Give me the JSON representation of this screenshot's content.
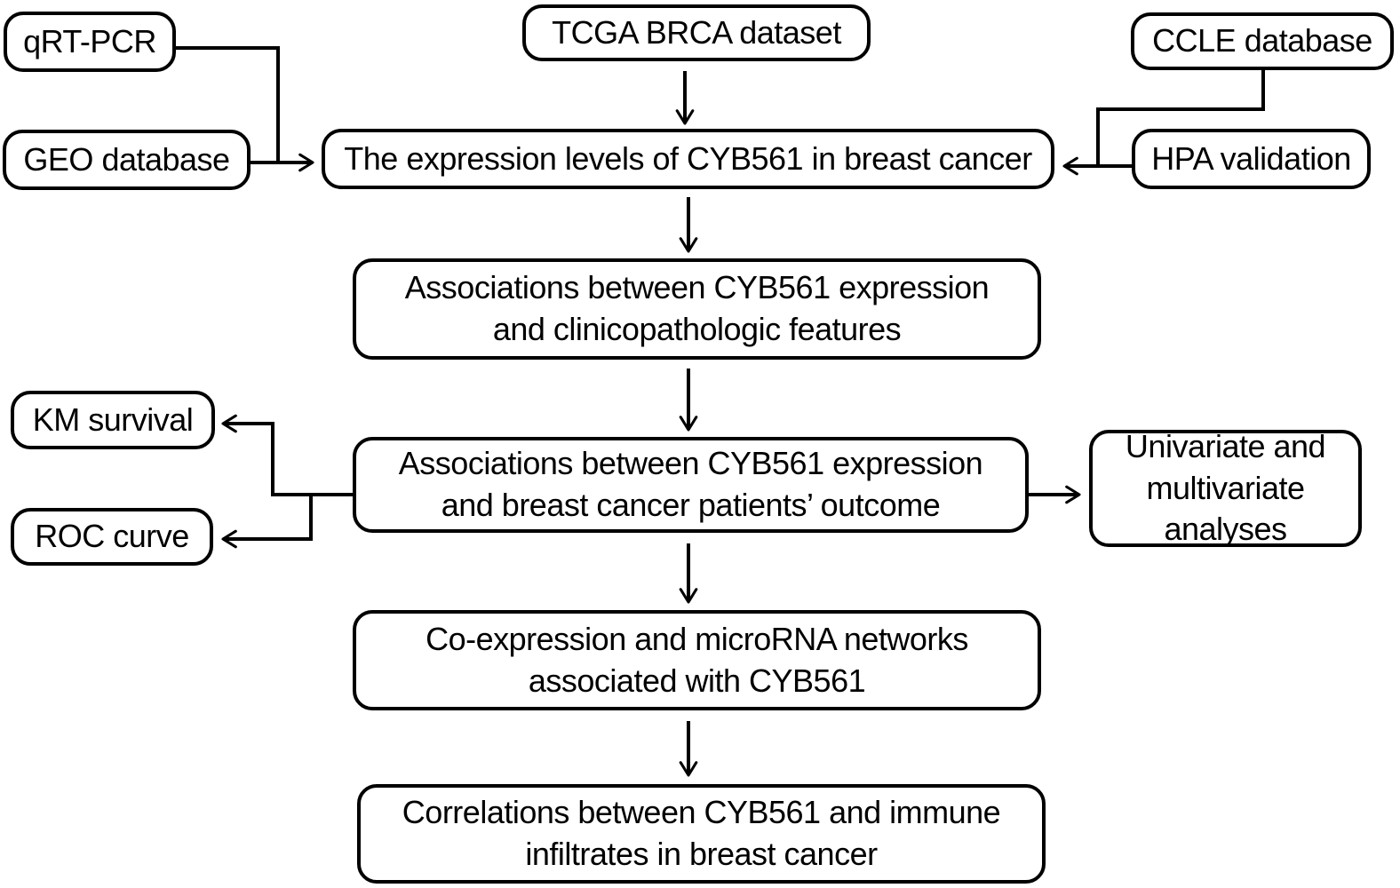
{
  "colors": {
    "background": "#ffffff",
    "line": "#000000",
    "box_border": "#000000",
    "box_fill": "#ffffff",
    "text": "#000000"
  },
  "nodes": {
    "qrt_pcr": {
      "label": "qRT-PCR"
    },
    "tcga": {
      "label": "TCGA BRCA dataset"
    },
    "ccle": {
      "label": "CCLE database"
    },
    "geo": {
      "label": "GEO database"
    },
    "expression": {
      "label": "The expression levels of CYB561 in breast cancer"
    },
    "hpa": {
      "label": "HPA validation"
    },
    "clinicopathologic": {
      "label": "Associations between CYB561 expression and clinicopathologic features"
    },
    "km": {
      "label": "KM survival"
    },
    "outcome": {
      "label": "Associations between CYB561 expression and breast cancer patients’ outcome"
    },
    "univariate": {
      "label": "Univariate and multivariate analyses"
    },
    "roc": {
      "label": "ROC curve"
    },
    "coexpression": {
      "label": "Co-expression and microRNA networks associated with CYB561"
    },
    "immune": {
      "label": "Correlations between CYB561 and immune infiltrates in breast cancer"
    }
  },
  "edges": [
    {
      "from": "qrt_pcr",
      "to": "expression"
    },
    {
      "from": "geo",
      "to": "expression"
    },
    {
      "from": "tcga",
      "to": "expression"
    },
    {
      "from": "ccle",
      "to": "expression"
    },
    {
      "from": "hpa",
      "to": "expression"
    },
    {
      "from": "expression",
      "to": "clinicopathologic"
    },
    {
      "from": "clinicopathologic",
      "to": "outcome"
    },
    {
      "from": "outcome",
      "to": "km"
    },
    {
      "from": "outcome",
      "to": "roc"
    },
    {
      "from": "outcome",
      "to": "univariate"
    },
    {
      "from": "outcome",
      "to": "coexpression"
    },
    {
      "from": "coexpression",
      "to": "immune"
    }
  ]
}
